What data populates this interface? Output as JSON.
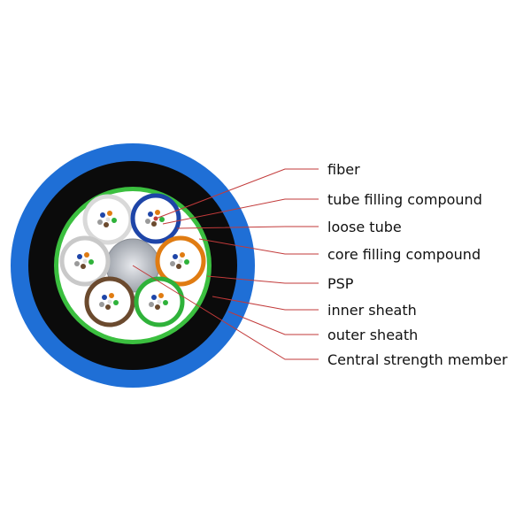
{
  "diagram": {
    "labels": {
      "fiber": "fiber",
      "tube_filling_compound": "tube filling compound",
      "loose_tube": "loose tube",
      "core_filling_compound": "core filling compound",
      "psp": "PSP",
      "inner_sheath": "inner sheath",
      "outer_sheath": "outer sheath",
      "central_strength_member": "Central strength member"
    },
    "colors": {
      "outer_sheath": "#1f6fd6",
      "inner_sheath": "#0b0b0b",
      "green_band": "#3bbf3f",
      "core_fill": "#ffffff",
      "leader_line": "#c23a3a",
      "tube_white": "#d9d9d9",
      "tube_blue": "#1e45a8",
      "tube_orange": "#e07c12",
      "tube_green": "#2fb23a",
      "tube_brown": "#6b4a2e",
      "tube_gray": "#9a9a9a",
      "central_member": "#b8bcc4"
    },
    "icons": [
      "cable-cross-section-icon"
    ]
  }
}
